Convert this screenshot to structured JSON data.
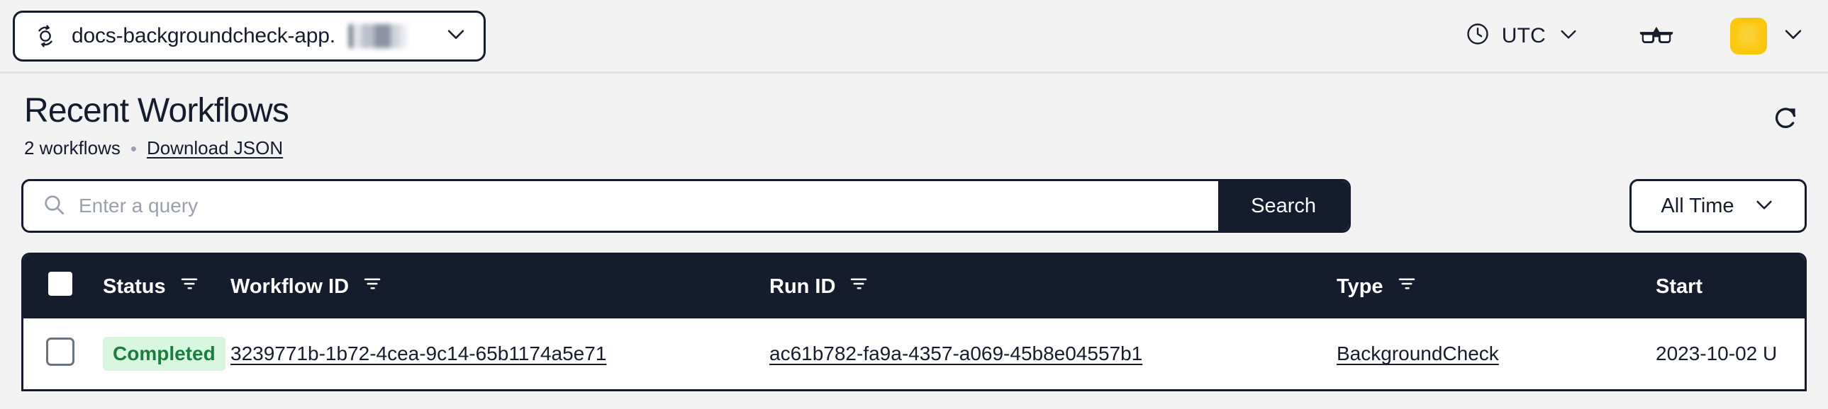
{
  "topbar": {
    "namespace_selector": {
      "icon": "workflow-circular-arrows-icon",
      "label": "docs-backgroundcheck-app.",
      "redacted_suffix": true,
      "chevron": "chevron-down-icon"
    },
    "timezone": {
      "icon": "clock-icon",
      "label": "UTC",
      "chevron": "chevron-down-icon"
    },
    "glasses_button": {
      "icon": "glasses-icon"
    },
    "user_menu": {
      "avatar_color": "#fbc70b",
      "chevron": "chevron-down-icon"
    }
  },
  "page": {
    "title": "Recent Workflows",
    "count_label": "2 workflows",
    "separator": "•",
    "download_link": "Download JSON",
    "refresh_icon": "refresh-icon"
  },
  "search": {
    "icon": "search-icon",
    "placeholder": "Enter a query",
    "value": "",
    "submit_label": "Search",
    "time_filter": {
      "label": "All Time",
      "chevron": "chevron-down-icon"
    }
  },
  "table": {
    "columns": [
      {
        "key": "check",
        "label": "",
        "filter": false
      },
      {
        "key": "status",
        "label": "Status",
        "filter": true
      },
      {
        "key": "wfid",
        "label": "Workflow ID",
        "filter": true
      },
      {
        "key": "runid",
        "label": "Run ID",
        "filter": true
      },
      {
        "key": "type",
        "label": "Type",
        "filter": true
      },
      {
        "key": "start",
        "label": "Start",
        "filter": false
      }
    ],
    "rows": [
      {
        "status": "Completed",
        "status_bg": "#d7f7e0",
        "status_fg": "#1a7f3c",
        "workflow_id": "3239771b-1b72-4cea-9c14-65b1174a5e71",
        "run_id": "ac61b782-fa9a-4357-a069-45b8e04557b1",
        "type": "BackgroundCheck",
        "start": "2023-10-02 U"
      }
    ]
  },
  "colors": {
    "page_bg": "#f3f3f4",
    "ink": "#141c2e",
    "accent": "#fbc70b",
    "muted": "#9aa0ad"
  }
}
